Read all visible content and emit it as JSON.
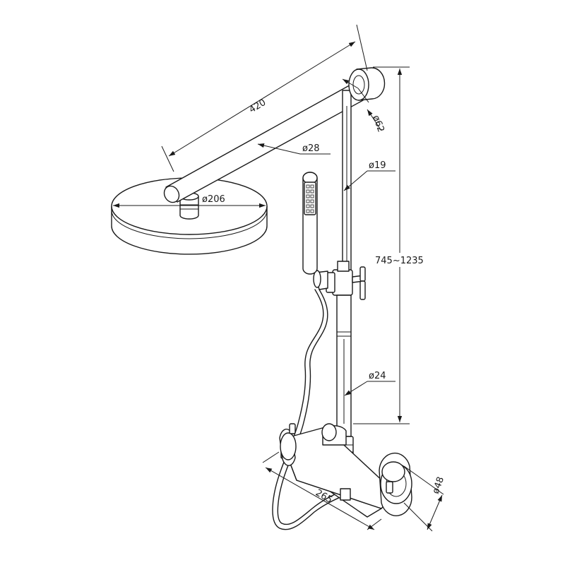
{
  "dimensions": {
    "arm_length": "420",
    "wall_bracket_diameter": "ø62",
    "arm_diameter": "ø28",
    "head_diameter": "ø206",
    "upper_rail_diameter": "ø19",
    "height_range": "745~1235",
    "lower_rail_diameter": "ø24",
    "valve_width": "265",
    "handle_diameter": "ø48"
  },
  "colors": {
    "line": "#1a1a1a",
    "background": "#ffffff"
  }
}
